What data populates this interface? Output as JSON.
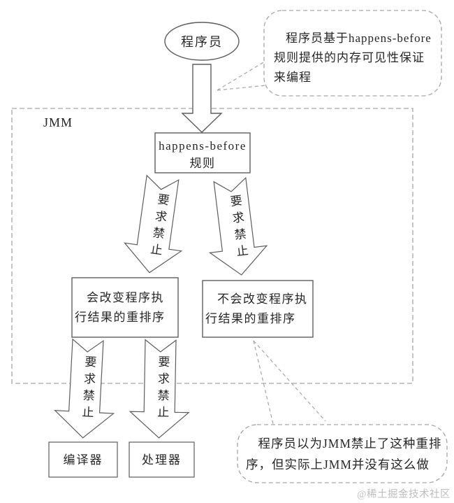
{
  "diagram": {
    "programmer_label": "程序员",
    "jmm_label": "JMM",
    "happens_before_box": {
      "lines": [
        "happens-before",
        "规则"
      ]
    },
    "require_forbid_label": "要求禁止",
    "left_box": {
      "lines": [
        "会改变程序执",
        "行结果的重排序"
      ]
    },
    "right_box": {
      "lines": [
        "不会改变程序执",
        "行结果的重排序"
      ]
    },
    "compiler_label": "编译器",
    "processor_label": "处理器",
    "top_callout": {
      "lines": [
        "程序员基于happens-before",
        "规则提供的内存可见性保证",
        "来编程"
      ]
    },
    "bottom_callout": {
      "lines": [
        "程序员以为JMM禁止了这种重排",
        "序，但实际上JMM并没有这么做"
      ]
    },
    "watermark": "@稀土掘金技术社区",
    "colors": {
      "line": "#5d5d5d",
      "dashed": "#a6a6a6",
      "text": "#262626",
      "watermark": "#bdbdbd"
    }
  }
}
